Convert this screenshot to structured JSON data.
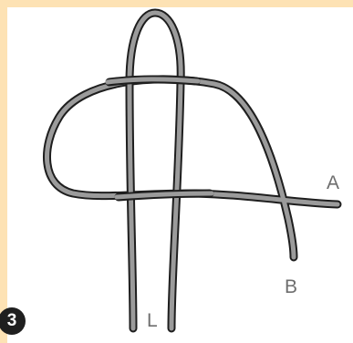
{
  "step": {
    "number": "3"
  },
  "labels": {
    "a": "A",
    "b": "B",
    "l": "L"
  },
  "colors": {
    "frame": "#fde2b4",
    "cord_fill": "#9b9b9b",
    "cord_outline": "#1e1e1e",
    "label_text": "#6e6e6e",
    "badge_bg": "#1f1f1f"
  }
}
